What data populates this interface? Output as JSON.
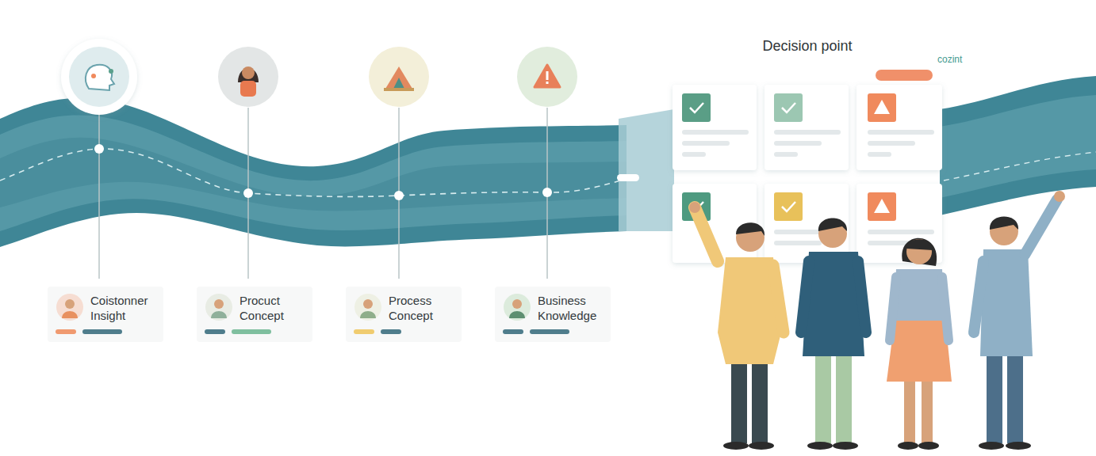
{
  "diagram": {
    "nodes": [
      {
        "text": [
          "Coistonner Insight"
        ]
      },
      {
        "text": [
          "Procuct Concept"
        ]
      },
      {
        "text": [
          "Process Concept"
        ]
      },
      {
        "text": [
          "Business Knowledge"
        ]
      },
      {
        "text": [
          "Decision point"
        ]
      }
    ],
    "labels": [
      "cozint"
    ]
  }
}
